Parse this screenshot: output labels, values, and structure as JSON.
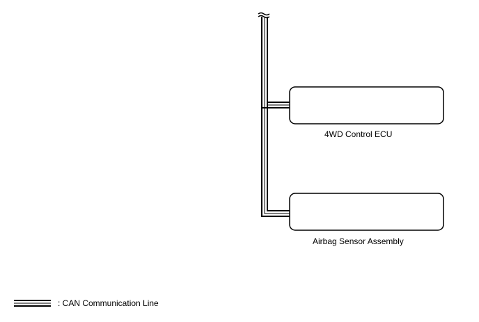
{
  "components": {
    "ecu_label": "4WD Control ECU",
    "airbag_label": "Airbag Sensor Assembly"
  },
  "legend": {
    "can_line_label": ": CAN Communication Line"
  }
}
